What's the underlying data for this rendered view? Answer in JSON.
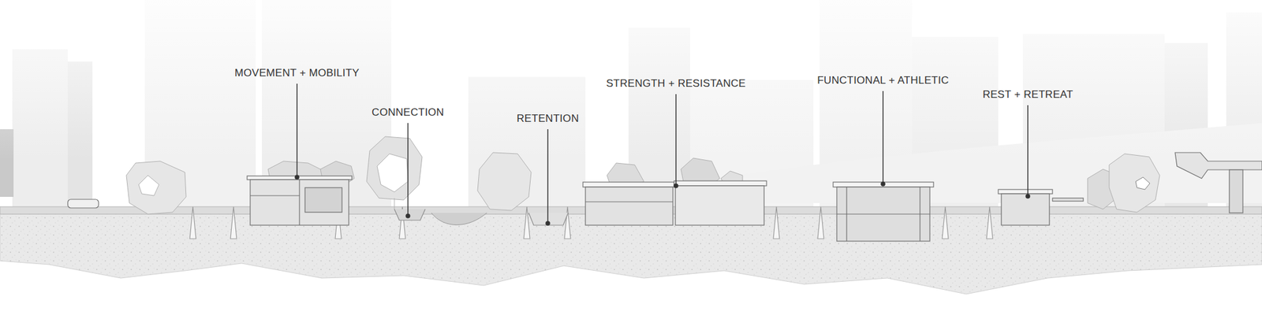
{
  "diagram": {
    "labels": [
      "MOVEMENT + MOBILITY",
      "CONNECTION",
      "RETENTION",
      "STRENGTH + RESISTANCE",
      "FUNCTIONAL + ATHLETIC",
      "REST + RETREAT"
    ]
  }
}
